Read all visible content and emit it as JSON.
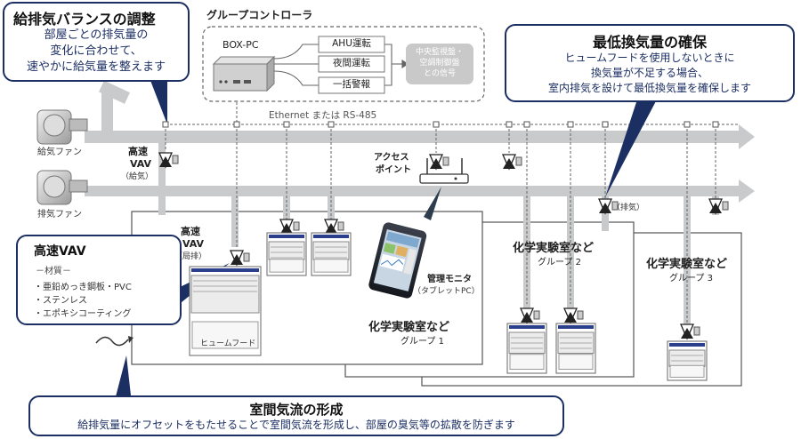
{
  "callouts": {
    "balance": {
      "title": "給排気バランスの調整",
      "lines": [
        "部屋ごとの排気量の",
        "変化に合わせて、",
        "速やかに給気量を整えます"
      ]
    },
    "minimum": {
      "title": "最低換気量の確保",
      "lines": [
        "ヒュームフードを使用しないときに",
        "換気量が不足する場合、",
        "室内排気を設けて最低換気量を確保します"
      ]
    },
    "vav": {
      "title": "高速VAV",
      "subtitle": "－材質－",
      "items": [
        "・亜鉛めっき鋼板・PVC",
        "・ステンレス",
        "・エポキシコーティング"
      ]
    },
    "airflow": {
      "title": "室間気流の形成",
      "text": "給排気量にオフセットをもたせることで室間気流を形成し、部屋の臭気等の拡散を防ぎます"
    }
  },
  "controller": {
    "title": "グループコントローラ",
    "device": "BOX-PC",
    "outputs": [
      "AHU運転",
      "夜間運転",
      "一括警報"
    ],
    "central": [
      "中央監視盤・",
      "空調制御盤",
      "との信号"
    ]
  },
  "network": {
    "label": "Ethernet または RS-485"
  },
  "fans": {
    "supply": "給気ファン",
    "exhaust": "排気ファン"
  },
  "vav_supply": {
    "title": [
      "高速",
      "VAV"
    ],
    "sub": "（給気）"
  },
  "vav_local": {
    "title": [
      "高速",
      "VAV"
    ],
    "sub": "（局排）"
  },
  "room_exhaust": "（排気）",
  "access_point": [
    "アクセス",
    "ポイント"
  ],
  "monitor": {
    "title": "管理モニタ",
    "sub": "（タブレットPC）"
  },
  "fume_hood": "ヒュームフード",
  "groups": [
    {
      "title": "化学実験室など",
      "sub": "グループ 1"
    },
    {
      "title": "化学実験室など",
      "sub": "グループ 2"
    },
    {
      "title": "化学実験室など",
      "sub": "グループ 3"
    }
  ],
  "colors": {
    "navy": "#1c2f63",
    "duct": "#c8cacc",
    "line": "#6e6e6e",
    "hood_stripe": "#2b3f8c"
  }
}
